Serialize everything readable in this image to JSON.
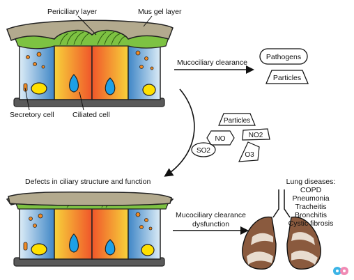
{
  "labels": {
    "periciliary_layer": "Periciliary layer",
    "mucus_gel_layer": "Mus gel layer",
    "secretory_cell": "Secretory cell",
    "ciliated_cell": "Ciliated cell",
    "mucociliary_clearance": "Mucociliary clearance",
    "defects": "Defects in ciliary structure and function",
    "clearance_dysfunction_line1": "Mucociliary clearance",
    "clearance_dysfunction_line2": "dysfunction"
  },
  "outputs": {
    "pathogens": "Pathogens",
    "particles": "Particles"
  },
  "pollutants": {
    "particles": "Particles",
    "no": "NO",
    "no2": "NO2",
    "so2": "SO2",
    "o3": "O3"
  },
  "lung_diseases": {
    "title": "Lung diseases:",
    "items": [
      "COPD",
      "Pneumonia",
      "Tracheitis",
      "Bronchitis",
      "Cystic fibrosis"
    ]
  },
  "colors": {
    "mucus": "#b3aa8e",
    "periciliary": "#7dc242",
    "secretory_light": "#dcecf7",
    "secretory_dark": "#3f86c6",
    "ciliated_yellow": "#f7d23a",
    "ciliated_orange": "#f0562a",
    "nucleus_blue": "#1ea0e6",
    "nucleus_yellow": "#ffe000",
    "basement": "#595959",
    "lung_brown": "#8a5a3e"
  }
}
